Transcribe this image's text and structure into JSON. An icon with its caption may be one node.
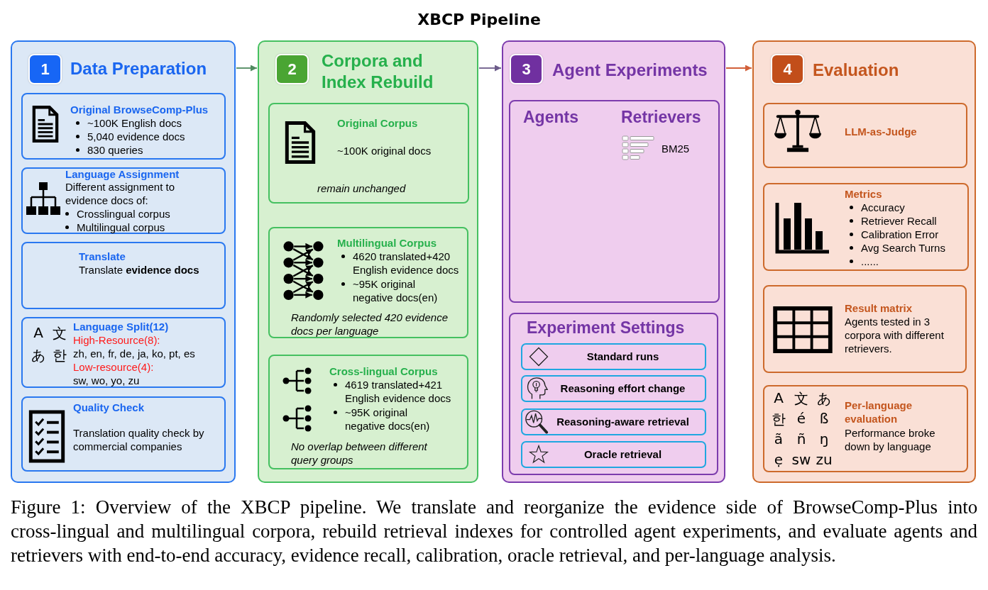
{
  "diagram": {
    "title": "XBCP Pipeline",
    "caption": "Figure 1: Overview of the XBCP pipeline. We translate and reorganize the evidence side of BrowseComp-Plus into cross-lingual and multilingual corpora, rebuild retrieval indexes for controlled agent experiments, and evaluate agents and retrievers with end-to-end accuracy, evidence recall, calibration, oracle retrieval, and per-language analysis.",
    "nodes": [
      {
        "text": [
          "Data Preparation"
        ]
      },
      {
        "text": [
          "1"
        ],
        "in": 0
      },
      {
        "text": [
          "Original BrowseComp-Plus",
          "~100K English docs",
          "5,040 evidence docs",
          "830 queries"
        ],
        "in": 0
      },
      {
        "text": [
          "Language Assignment",
          "Different assignment to evidence docs of:",
          "Crosslingual corpus",
          "Multilingual corpus"
        ],
        "in": 0
      },
      {
        "text": [
          "Translate",
          "Translate **evidence docs**"
        ],
        "in": 0
      },
      {
        "text": [
          "Language Split(12)",
          "High-Resource(8):",
          "zh, en, fr, de, ja, ko, pt, es",
          "Low-resource(4):",
          "sw, wo, yo, zu"
        ],
        "in": 0
      },
      {
        "text": [
          "Quality Check",
          "Translation quality check by commercial companies"
        ],
        "in": 0
      },
      {
        "text": [
          "Corpora and Index Rebuild"
        ]
      },
      {
        "text": [
          "2"
        ],
        "in": 7
      },
      {
        "text": [
          "Original Corpus",
          "~100K original docs",
          "remain unchanged"
        ],
        "in": 7
      },
      {
        "text": [
          "Multilingual Corpus",
          "4620 translated+420 English evidence docs",
          "~95K original negative docs(en)",
          "Randomly selected 420 evidence docs per language"
        ],
        "in": 7
      },
      {
        "text": [
          "Cross-lingual Corpus",
          "4619 translated+421 English evidence docs",
          "~95K original negative docs(en)",
          "No overlap between different query groups"
        ],
        "in": 7
      },
      {
        "text": [
          "Agent Experiments"
        ]
      },
      {
        "text": [
          "3"
        ],
        "in": 12
      },
      {
        "text": [
          "Agents",
          "Retrievers",
          "BM25"
        ],
        "in": 12
      },
      {
        "text": [
          "Experiment Settings"
        ],
        "in": 12
      },
      {
        "text": [
          "Standard runs"
        ],
        "in": 15
      },
      {
        "text": [
          "Reasoning effort change"
        ],
        "in": 15
      },
      {
        "text": [
          "Reasoning-aware retrieval"
        ],
        "in": 15
      },
      {
        "text": [
          "Oracle retrieval"
        ],
        "in": 15
      },
      {
        "text": [
          "Evaluation"
        ]
      },
      {
        "text": [
          "4"
        ],
        "in": 20
      },
      {
        "text": [
          "LLM-as-Judge"
        ],
        "in": 20
      },
      {
        "text": [
          "Metrics",
          "Accuracy",
          "Retriever Recall",
          "Calibration Error",
          "Avg Search Turns",
          "......"
        ],
        "in": 20
      },
      {
        "text": [
          "Result matrix",
          "Agents tested in 3 corpora with different retrievers."
        ],
        "in": 20
      },
      {
        "text": [
          "Per-language evaluation",
          "Performance broke down by language"
        ],
        "in": 20
      }
    ],
    "edges": [
      {
        "from": 0,
        "to": 7,
        "arrow": "to",
        "color": "#4f8a5f"
      },
      {
        "from": 7,
        "to": 12,
        "arrow": "to",
        "color": "#6c5b8a"
      },
      {
        "from": 12,
        "to": 20,
        "arrow": "to",
        "color": "#d2603a"
      }
    ],
    "labels": [
      "A",
      "文",
      "あ",
      "한",
      "A",
      "文",
      "あ",
      "한",
      "é",
      "ß",
      "ã",
      "ñ",
      "ŋ",
      "ẹ",
      "sw",
      "zu"
    ]
  }
}
